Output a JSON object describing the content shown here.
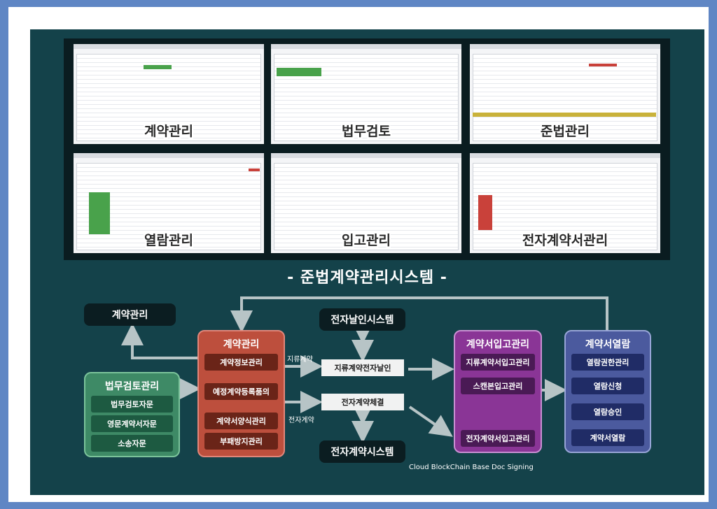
{
  "gallery": [
    {
      "label": "계약관리"
    },
    {
      "label": "법무검토"
    },
    {
      "label": "준법관리"
    },
    {
      "label": "열람관리"
    },
    {
      "label": "입고관리"
    },
    {
      "label": "전자계약서관리"
    }
  ],
  "system_title": "- 준법계약관리시스템 -",
  "nodes": {
    "contract_mgmt_top": "계약관리",
    "e_seal_system": "전자날인시스템",
    "e_contract_system": "전자계약시스템"
  },
  "legal": {
    "title": "법무검토관리",
    "items": [
      "법무검토자문",
      "영문계약서자문",
      "소송자문"
    ]
  },
  "contract": {
    "title": "계약관리",
    "items": [
      "계약정보관리",
      "예정계약등록품의",
      "계약서양식관리",
      "부패방지관리"
    ]
  },
  "middle": {
    "paper_label": "지류계약",
    "e_label": "전자계약",
    "paper_seal": "지류계약전자날인",
    "e_sign": "전자계약체결"
  },
  "storage": {
    "title": "계약서입고관리",
    "items": [
      "지류계약서입고관리",
      "스캔본입고관리",
      "전자계약서입고관리"
    ]
  },
  "view": {
    "title": "계약서열람",
    "items": [
      "열람권한관리",
      "열람신청",
      "열람승인",
      "계약서열람"
    ]
  },
  "footnote": "Cloud BlockChain Base Doc Signing",
  "colors": {
    "legal": "#3e8a66",
    "contract": "#bd4f3d",
    "storage": "#8a3596",
    "view": "#4b5a9e",
    "background": "#14424a"
  }
}
